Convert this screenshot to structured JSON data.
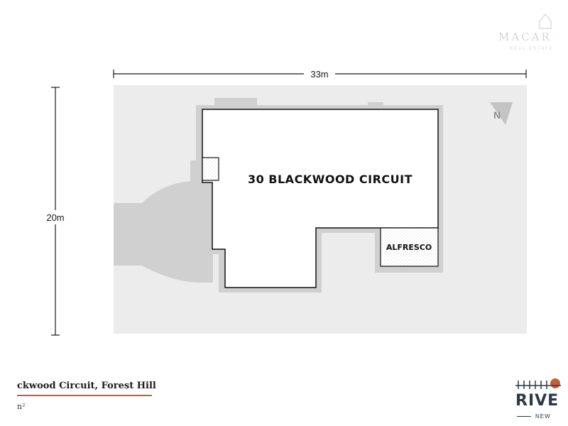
{
  "plan": {
    "house_name": "30 BLACKWOOD CIRCUIT",
    "rooms": [
      {
        "label": "ALFRESCO"
      }
    ],
    "dimensions": {
      "width": "33m",
      "depth": "20m"
    },
    "north_label": "N"
  },
  "footer": {
    "address": "ckwood Circuit, Forest Hill",
    "area": "n²"
  },
  "branding": {
    "top_logo": {
      "name": "MACAR",
      "tagline": "REAL ESTATE"
    },
    "bottom_logo": {
      "name": "RIVE",
      "tagline": "NEW"
    }
  },
  "colors": {
    "lot": "#ececec",
    "grey_area": "#d0d0d0",
    "outline": "#111111",
    "accent_underline": "#c0603b",
    "brand_dark": "#2b3a46",
    "brand_red": "#c0603b"
  }
}
